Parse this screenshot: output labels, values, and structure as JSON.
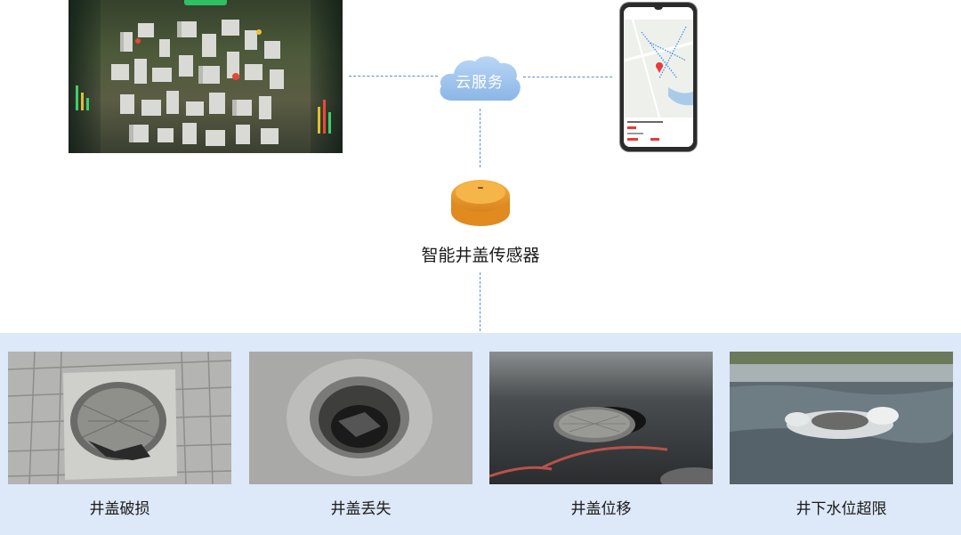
{
  "cloud": {
    "label": "云服务",
    "icon": "cloud-icon",
    "color": "#9ec3ee"
  },
  "sensor": {
    "label": "智能井盖传感器",
    "color": "#f0a030"
  },
  "dashboard": {
    "icon": "city-3d-dashboard-screen"
  },
  "phone": {
    "icon": "mobile-map-app"
  },
  "cases": [
    {
      "label": "井盖破损"
    },
    {
      "label": "井盖丢失"
    },
    {
      "label": "井盖位移"
    },
    {
      "label": "井下水位超限"
    }
  ],
  "colors": {
    "panel_bg": "#dde8f8",
    "connector": "#5b8fd0"
  }
}
